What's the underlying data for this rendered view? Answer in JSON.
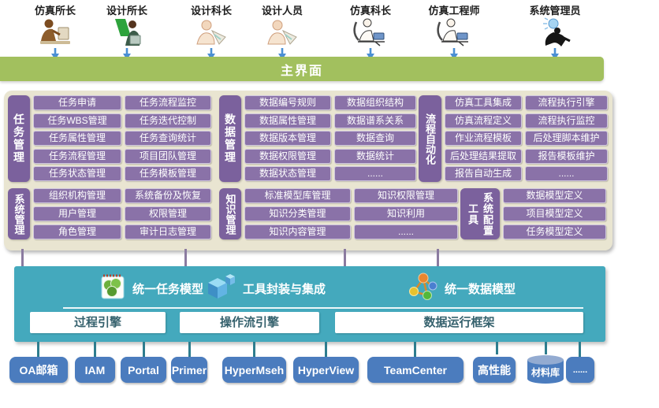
{
  "roles": [
    {
      "label": "仿真所长",
      "icon": "sim-director-icon"
    },
    {
      "label": "设计所长",
      "icon": "design-director-icon"
    },
    {
      "label": "设计科长",
      "icon": "design-chief-icon"
    },
    {
      "label": "设计人员",
      "icon": "designer-icon"
    },
    {
      "label": "仿真科长",
      "icon": "sim-chief-icon"
    },
    {
      "label": "仿真工程师",
      "icon": "sim-engineer-icon"
    },
    {
      "label": "系统管理员",
      "icon": "sysadmin-icon"
    }
  ],
  "main_bar": {
    "label": "主界面"
  },
  "modules": {
    "task": {
      "label": "任务管理",
      "left": [
        "任务申请",
        "任务WBS管理",
        "任务属性管理",
        "任务流程管理",
        "任务状态管理"
      ],
      "right": [
        "任务流程监控",
        "任务迭代控制",
        "任务查询统计",
        "项目团队管理",
        "任务模板管理"
      ]
    },
    "data": {
      "label": "数据管理",
      "left": [
        "数据编号规则",
        "数据属性管理",
        "数据版本管理",
        "数据权限管理",
        "数据状态管理"
      ],
      "right": [
        "数据组织结构",
        "数据谱系关系",
        "数据查询",
        "数据统计",
        "......"
      ]
    },
    "process": {
      "label": "流程自动化",
      "left": [
        "仿真工具集成",
        "仿真流程定义",
        "作业流程模板",
        "后处理结果提取",
        "报告自动生成"
      ],
      "right": [
        "流程执行引擎",
        "流程执行监控",
        "后处理脚本维护",
        "报告模板维护",
        "......"
      ]
    },
    "system": {
      "label": "系统管理",
      "left": [
        "组织机构管理",
        "用户管理",
        "角色管理"
      ],
      "right": [
        "系统备份及恢复",
        "权限管理",
        "审计日志管理"
      ]
    },
    "knowledge": {
      "label": "知识管理",
      "left": [
        "标准模型库管理",
        "知识分类管理",
        "知识内容管理"
      ],
      "right": [
        "知识权限管理",
        "知识利用",
        "......"
      ]
    },
    "config": {
      "label_primary": "系统配置",
      "label_secondary": "工具",
      "items": [
        "数据模型定义",
        "项目模型定义",
        "任务模型定义"
      ]
    }
  },
  "platform": {
    "models": [
      {
        "label": "统一任务模型",
        "icon": "task-model-icon"
      },
      {
        "label": "工具封装与集成",
        "icon": "tool-integration-icon"
      },
      {
        "label": "统一数据模型",
        "icon": "data-model-icon"
      }
    ],
    "engines": [
      "过程引擎",
      "操作流引擎",
      "数据运行框架"
    ]
  },
  "integrations": [
    "OA邮箱",
    "IAM",
    "Portal",
    "Primer",
    "HyperMseh",
    "HyperView",
    "TeamCenter",
    "高性能",
    "材料库",
    "......"
  ],
  "colors": {
    "main_bar": "#a2c05e",
    "module_label": "#7b619d",
    "module_item": "#8a72a8",
    "panel_bg": "#e9e5d1",
    "platform_bg": "#44a9bd",
    "integration_btn": "#4b7cbe",
    "arrow": "#4a8fd4",
    "connector_purple": "#8b7ba0",
    "connector_teal": "#2e7d8e"
  }
}
